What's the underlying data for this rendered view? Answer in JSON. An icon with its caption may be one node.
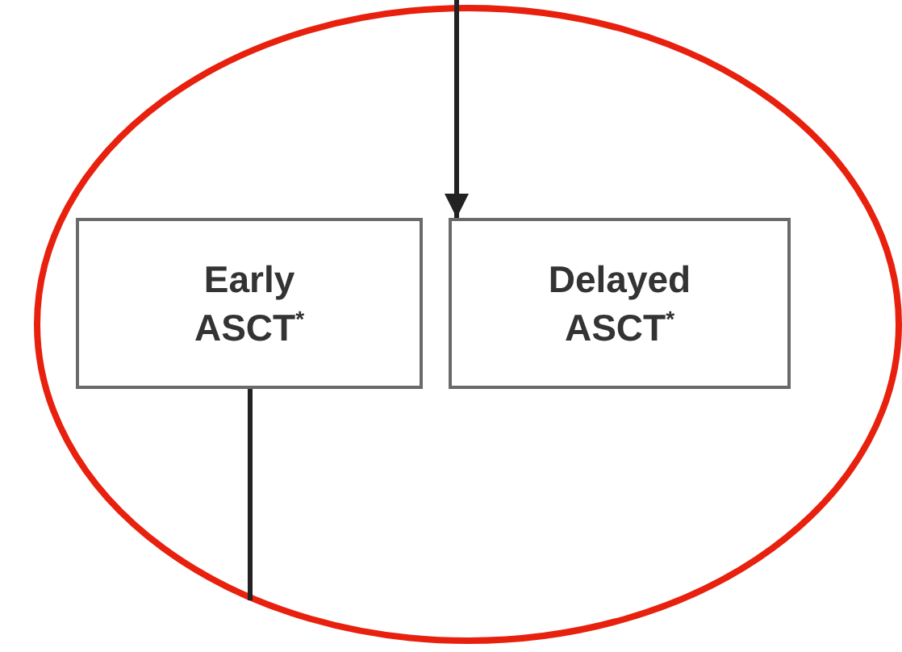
{
  "diagram": {
    "nodes": [
      {
        "text": [
          "Early ASCT$^{*}$"
        ]
      },
      {
        "text": [
          "Delayed ASCT$^{*}$"
        ]
      }
    ],
    "edges": [
      {
        "from": null,
        "to": 1,
        "arrow": "to"
      },
      {
        "from": 0,
        "to": null,
        "arrow": "none"
      }
    ]
  }
}
